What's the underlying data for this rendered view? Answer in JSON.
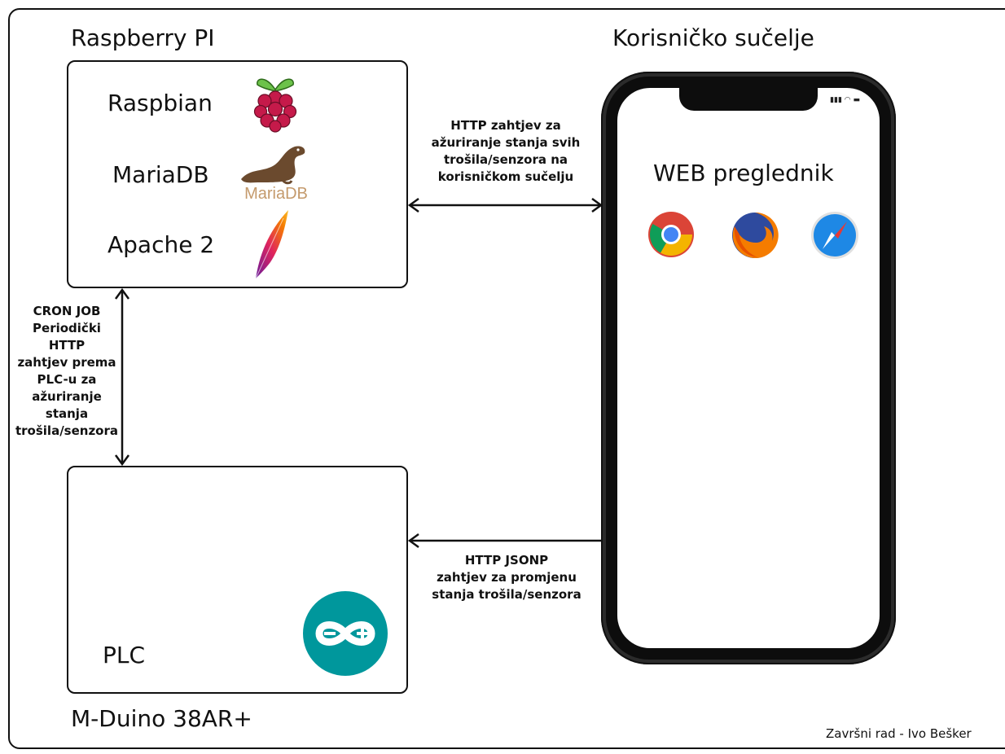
{
  "raspberry_title": "Raspberry PI",
  "ui_title": "Korisničko sučelje",
  "plc_device_title": "M-Duino 38AR+",
  "stack": [
    {
      "label": "Raspbian",
      "icon": "raspberry-pi-logo"
    },
    {
      "label": "MariaDB",
      "icon": "mariadb-seal-logo",
      "logo_text": "MariaDB"
    },
    {
      "label": "Apache 2",
      "icon": "apache-feather-logo"
    }
  ],
  "plc_label": "PLC",
  "plc_icon": "arduino-logo",
  "phone": {
    "title": "WEB preglednik",
    "browsers": [
      "chrome-icon",
      "firefox-icon",
      "safari-icon"
    ]
  },
  "arrows": {
    "ui_to_pi": [
      "HTTP zahtjev za",
      "ažuriranje stanja svih",
      "trošila/senzora na",
      "korisničkom sučelju"
    ],
    "cron": [
      "CRON JOB",
      "Periodički",
      "HTTP",
      "zahtjev prema",
      "PLC-u za",
      "ažuriranje",
      "stanja",
      "trošila/senzora"
    ],
    "ui_to_plc": [
      "HTTP JSONP",
      "zahtjev za promjenu",
      "stanja trošila/senzora"
    ]
  },
  "footer": "Završni rad - Ivo Bešker",
  "colors": {
    "arduino": "#00979C",
    "raspberry": "#C51A4A",
    "leaf": "#6CC24A",
    "mariadb": "#C49A6C"
  }
}
